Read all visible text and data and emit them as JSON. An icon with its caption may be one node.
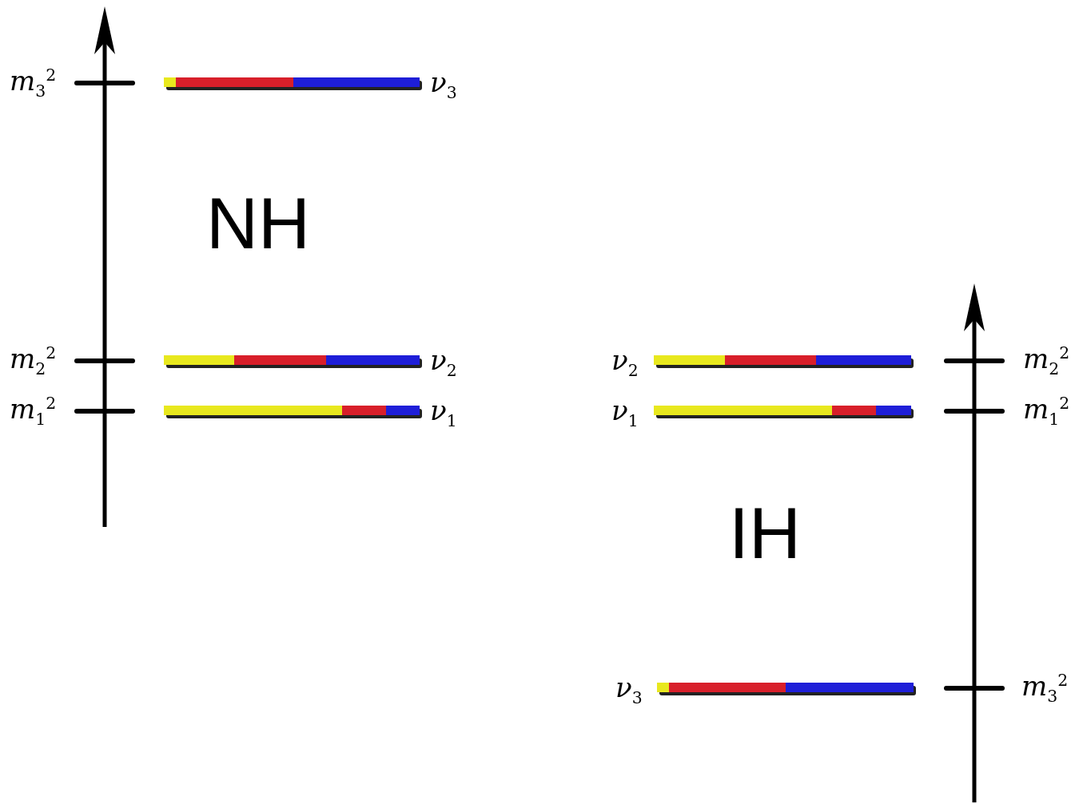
{
  "diagram": {
    "labels": [
      "*m*$_{3}$$^{2}$",
      "*ν*$_{3}$",
      "NH",
      "*m*$_{2}$$^{2}$",
      "*ν*$_{2}$",
      "*m*$_{1}$$^{2}$",
      "*ν*$_{1}$",
      "*ν*$_{2}$",
      "*m*$_{2}$$^{2}$",
      "*ν*$_{1}$",
      "*m*$_{1}$$^{2}$",
      "IH",
      "*ν*$_{3}$",
      "*m*$_{3}$$^{2}$"
    ]
  }
}
